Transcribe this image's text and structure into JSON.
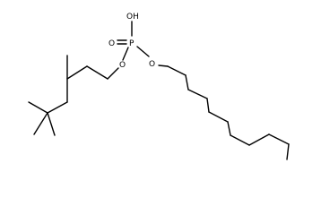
{
  "molecule": {
    "atoms": {
      "hydroxyl": "OH",
      "phosphorus": "P",
      "oxo": "O",
      "ester_oxygen_left": "O",
      "ester_oxygen_right": "O"
    }
  }
}
